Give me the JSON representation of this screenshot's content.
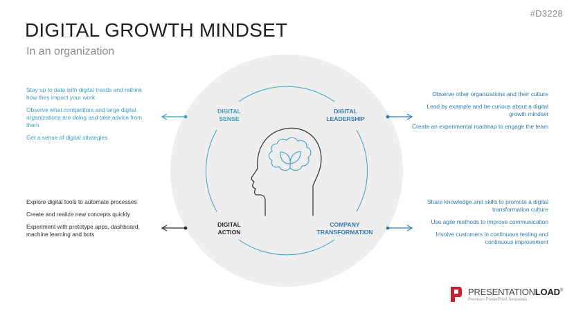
{
  "header": {
    "code": "#D3228",
    "title": "DIGITAL GROWTH MINDSET",
    "subtitle": "In an organization"
  },
  "quadrants": {
    "top_left": {
      "label_line1": "DIGITAL",
      "label_line2": "SENSE",
      "items": [
        "Stay up to date with digital trends and rethink how they impact your work",
        "Observe what competitors and large digital organizations are doing and take advice from them",
        "Get a sense of digital strategies"
      ]
    },
    "top_right": {
      "label_line1": "DIGITAL",
      "label_line2": "LEADERSHIP",
      "items": [
        "Observe other organizations and their culture",
        "Lead by example and be curious about a digital growth mindset",
        "Create an experimental roadmap to engage the team"
      ]
    },
    "bottom_left": {
      "label_line1": "DIGITAL",
      "label_line2": "ACTION",
      "items": [
        "Explore digital tools to automate processes",
        "Create and realize new concepts quickly",
        "Experiment with prototype apps, dashboard, machine learning and bots"
      ]
    },
    "bottom_right": {
      "label_line1": "COMPANY",
      "label_line2": "TRANSFORMATION",
      "items": [
        "Share knowledge and skills to promote a digital transformation culture",
        "Use agile methods to improve communication",
        "Involve customers in continuous testing and continuous improvement"
      ]
    }
  },
  "icons": {
    "center": "head-with-brain-and-leaf-icon",
    "arrows": [
      "arrow-left-icon",
      "arrow-right-icon",
      "arrow-left-icon",
      "arrow-right-icon"
    ]
  },
  "colors": {
    "teal": "#3a9ec0",
    "blue": "#2f79ad",
    "dark": "#2a2a2a",
    "circle": "#eeeeee",
    "logo_red": "#c8202c"
  },
  "logo": {
    "brand_light": "PRESENTATION",
    "brand_bold": "LOAD",
    "registered": "®",
    "tagline": "Premium PowerPoint Templates"
  }
}
